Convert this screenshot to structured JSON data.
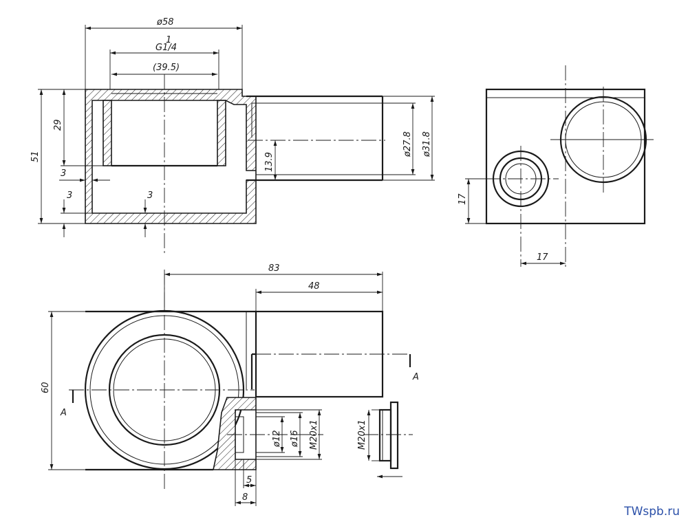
{
  "watermark": "TWspb.ru",
  "front_view": {
    "dims": {
      "d_outer": "ø58",
      "thread_num": "1",
      "thread_den": "G1/4",
      "ref_dia": "(39.5)",
      "h_socket": "29",
      "h_total": "51",
      "wall_side": "3",
      "wall_bottom_left": "3",
      "wall_bottom_mid": "3",
      "outlet_offset": "13.9",
      "outlet_inner": "ø27.8",
      "outlet_outer": "ø31.8"
    }
  },
  "side_view": {
    "dims": {
      "port_height": "17",
      "port_offset": "17"
    }
  },
  "plan_view": {
    "dims": {
      "overall_length": "83",
      "outlet_length": "48",
      "width": "60",
      "bore": "ø12",
      "counterbore": "ø16",
      "thread": "M20x1",
      "depth_5": "5",
      "depth_8": "8",
      "section_mark_left": "A",
      "section_mark_right": "A"
    }
  },
  "plug_detail": {
    "thread": "M20x1"
  }
}
